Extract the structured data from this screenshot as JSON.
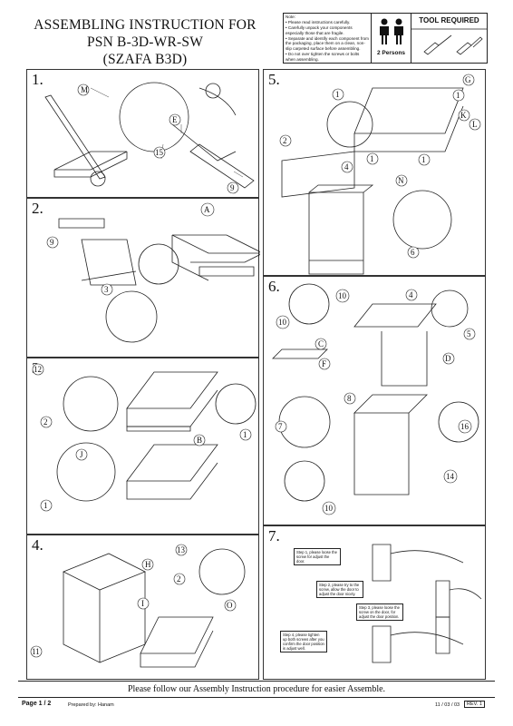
{
  "header": {
    "title_line1": "ASSEMBLING INSTRUCTION FOR",
    "title_line2": "PSN B-3D-WR-SW",
    "title_line3": "(SZAFA B3D)",
    "note_heading": "Note:",
    "notes": [
      "• Please read instructions carefully.",
      "• Carefully unpack your components especially those that are fragile.",
      "• Separate and identify each component from the packaging, place them on a clean, non-slip carpeted surface before assembling.",
      "• Do not over tighten the screws or bolts when assembling."
    ],
    "persons_label": "2 Persons",
    "tool_heading": "TOOL REQUIRED"
  },
  "steps": [
    {
      "number": "1.",
      "labels": [
        "M",
        "E",
        "15",
        "9"
      ]
    },
    {
      "number": "2.",
      "labels": [
        "A",
        "9",
        "3"
      ]
    },
    {
      "number": "3.",
      "labels": [
        "12",
        "2",
        "B",
        "1",
        "J",
        "1"
      ]
    },
    {
      "number": "4.",
      "labels": [
        "13",
        "H",
        "2",
        "I",
        "O",
        "11"
      ]
    },
    {
      "number": "5.",
      "labels": [
        "G",
        "1",
        "1",
        "K",
        "L",
        "2",
        "4",
        "1",
        "1",
        "N",
        "6"
      ]
    },
    {
      "number": "6.",
      "labels": [
        "10",
        "4",
        "10",
        "C",
        "F",
        "5",
        "D",
        "8",
        "7",
        "16",
        "14",
        "10"
      ]
    },
    {
      "number": "7.",
      "notes": [
        "Step 1, please loose the screw for adjust the door.",
        "Step 2, please try to the screw, allow the door to adjust the door nicely.",
        "Step 3, please loose the screw on the door, for adjust the door position.",
        "Step 4, please tighten up both screws after you confirm the door position is adjust well."
      ]
    }
  ],
  "footer": {
    "message": "Please follow our Assembly Instruction procedure for easier Assemble.",
    "page": "Page 1 / 2",
    "prepared": "Prepared by: Hanam",
    "date": "11 / 03 / 03",
    "rev": "REV. 1"
  }
}
